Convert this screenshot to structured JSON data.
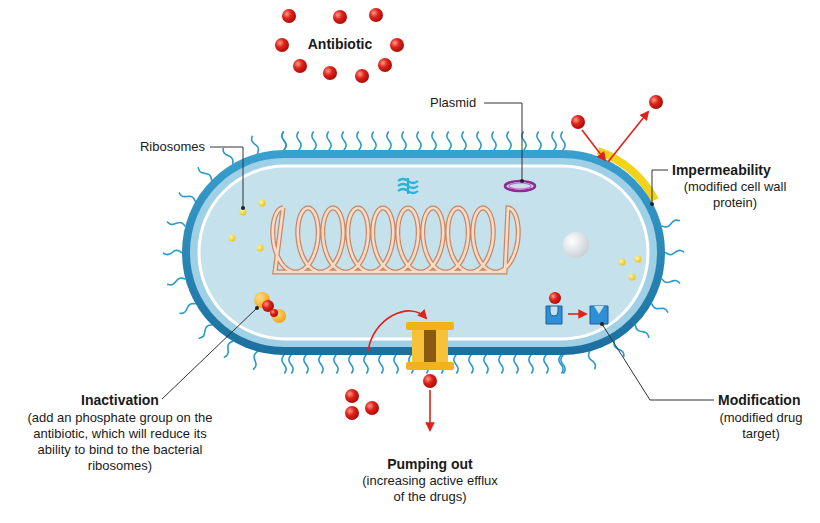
{
  "diagram": {
    "labels": [
      "Antibiotic",
      "Plasmid",
      "Ribosomes",
      "Impermeability",
      "(modified cell wall protein)",
      "Inactivation",
      "(add an phosphate group on the antibiotic, which will reduce its ability to bind to the bacterial ribosomes)",
      "Pumping out",
      "(increasing active efflux of the drugs)",
      "Modification",
      "(modified drug target)"
    ]
  }
}
